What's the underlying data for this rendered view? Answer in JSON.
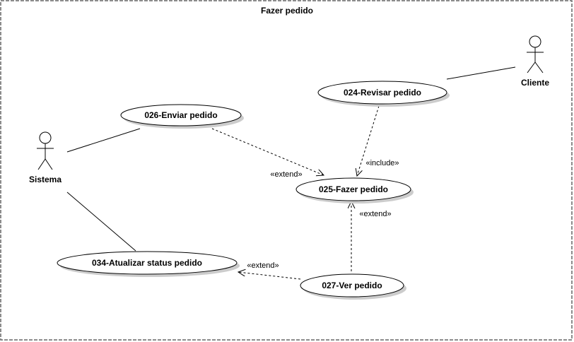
{
  "diagram": {
    "title": "Fazer pedido",
    "actors": {
      "sistema": "Sistema",
      "cliente": "Cliente"
    },
    "use_cases": {
      "enviar": "026-Enviar pedido",
      "revisar": "024-Revisar pedido",
      "fazer": "025-Fazer pedido",
      "atualizar": "034-Atualizar status pedido",
      "ver": "027-Ver pedido"
    },
    "relations": {
      "extend_enviar_fazer": "«extend»",
      "include_revisar_fazer": "«include»",
      "extend_ver_fazer": "«extend»",
      "extend_ver_atualizar": "«extend»"
    }
  },
  "colors": {
    "border": "#666666",
    "stroke": "#000000",
    "shadow": "#cccccc",
    "background": "#ffffff"
  }
}
